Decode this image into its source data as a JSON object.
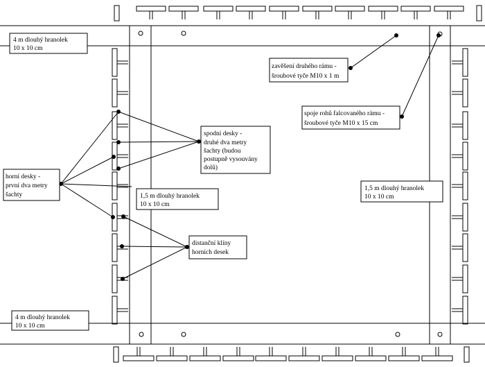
{
  "labels": {
    "beam_top": [
      "4 m dlouhý hranolek",
      "10 x 10 cm"
    ],
    "beam_bottom": [
      "4 m dlouhý hranolek",
      "10 x 10 cm"
    ],
    "beam_left_vertical": [
      "1,5 m dlouhý hranolek",
      "10 x 10 cm"
    ],
    "beam_right_vertical": [
      "1,5 m dlouhý hranolek",
      "10 x 10 cm"
    ],
    "second_frame_hanging": [
      "zavěšení druhého rámu -",
      "šroubové tyče M10 x 1 m"
    ],
    "corner_joints": [
      "spoje rohů falcovaného rámu -",
      "šroubové tyče M10 x 15 cm"
    ],
    "lower_boards": [
      "spodní desky -",
      "druhé dva metry",
      "šachty (budou",
      "postupně vysouvány",
      "dolů)"
    ],
    "upper_boards": [
      "horní desky -",
      "první dva metry",
      "šachty"
    ],
    "spacer_wedges": [
      "distanční klíny",
      "horních desek"
    ]
  },
  "colors": {
    "line": "#000000",
    "background": "#ffffff"
  }
}
